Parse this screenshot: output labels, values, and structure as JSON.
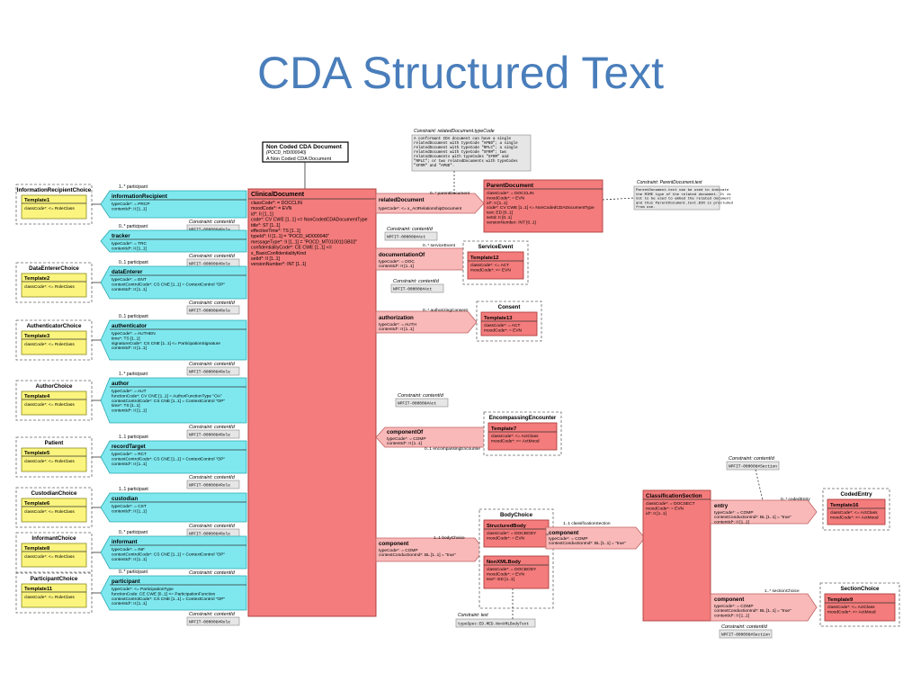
{
  "title": "CDA Structured Text",
  "colors": {
    "class_red": "#f47c7c",
    "class_red_dark": "#e06060",
    "assoc_cyan": "#7fe8ef",
    "choice_yellow": "#fbf47e",
    "note_grey": "#e6e6e6",
    "pink_shape": "#f9b9b9",
    "title_blue": "#4a7ebb"
  },
  "noncoded": {
    "name": "Non Coded CDA Document",
    "sub": "(POCD_HD000040)",
    "desc": "A Non Coded CDA Document"
  },
  "clinical": {
    "name": "ClinicalDocument",
    "lines": [
      "classCode*: = DOCCLIN",
      "moodCode*: = EVN",
      "id*: II [1..1]",
      "code*: CV CWE [1..1] <= NonCodedCDADocumentType",
      "title*: ST [1..1]",
      "effectiveTime*: TS [1..1]",
      "typeId*: II [1..1] = \"POCD_HD000040\"",
      "messageType*: II [1..1] = \"POCD_MT010011GB02\"",
      "confidentialityCode*: CE CWE [1..1] <=",
      "x_BasicConfidentialityKind",
      "setId*: II [1..1]",
      "versionNumber*: INT [1..1]"
    ]
  },
  "left": [
    {
      "choice": "InformationRecipientChoice",
      "tpl": "Template1",
      "tplattr": "classCode*: <= RoleClass",
      "mult": "1..* participant",
      "assoc": "informationRecipient",
      "attrs": [
        "typeCode*: = PRCP",
        "contentId*: II [1..1]"
      ],
      "cname": "Constraint: contentId",
      "cval": "NPFIT-000008#Role"
    },
    {
      "choice": "",
      "tpl": "",
      "tplattr": "",
      "mult": "0..* participant",
      "assoc": "tracker",
      "attrs": [
        "typeCode*: = TRC",
        "contentId*: II [1..1]"
      ],
      "cname": "Constraint: contentId",
      "cval": "NPFIT-000008#Role"
    },
    {
      "choice": "DataEntererChoice",
      "tpl": "Template2",
      "tplattr": "classCode*: <= RoleClass",
      "mult": "0..1 participant",
      "assoc": "dataEnterer",
      "attrs": [
        "typeCode*: = ENT",
        "contextControlCode*: CS CNE [1..1] = ContextControl \"OP\"",
        "contentId*: II [1..1]"
      ],
      "cname": "Constraint: contentId",
      "cval": "NPFIT-000008#Role"
    },
    {
      "choice": "AuthenticatorChoice",
      "tpl": "Template3",
      "tplattr": "classCode*: <= RoleClass",
      "mult": "0..1 participant",
      "assoc": "authenticator",
      "attrs": [
        "typeCode*: = AUTHEN",
        "time*: TS [1..1]",
        "signatureCode*: CS CNE [1..1] <= ParticipationSignature",
        "contentId*: II [1..1]"
      ],
      "cname": "Constraint: contentId",
      "cval": "NPFIT-000008#Role"
    },
    {
      "choice": "AuthorChoice",
      "tpl": "Template4",
      "tplattr": "classCode*: <= RoleClass",
      "mult": "1..* participant",
      "assoc": "author",
      "attrs": [
        "typeCode*: = AUT",
        "functionCode*: CV CNE [1..1] = AuthorFunctionType \"OA\"",
        "contextControlCode*: CS CNE [1..1] = ContextControl \"OP\"",
        "time*: TS [1..1]",
        "contentId*: II [1..1]"
      ],
      "cname": "Constraint: contentId",
      "cval": "NPFIT-000008#Role"
    },
    {
      "choice": "Patient",
      "tpl": "Template5",
      "tplattr": "classCode*: <= RoleClass",
      "mult": "1..1 participant",
      "assoc": "recordTarget",
      "attrs": [
        "typeCode*: = RCT",
        "contextControlCode*: CS CNE [1..1] = ContextControl \"OP\"",
        "contentId*: II [1..1]"
      ],
      "cname": "Constraint: contentId",
      "cval": "NPFIT-000008#Role"
    },
    {
      "choice": "CustodianChoice",
      "tpl": "Template6",
      "tplattr": "classCode*: <= RoleClass",
      "mult": "1..1 participant",
      "assoc": "custodian",
      "attrs": [
        "typeCode*: = CST",
        "contentId*: II [1..1]"
      ],
      "cname": "Constraint: contentId",
      "cval": "NPFIT-000008#Role"
    },
    {
      "choice": "InformantChoice",
      "tpl": "Template8",
      "tplattr": "classCode*: <= RoleClass",
      "mult": "0..* participant",
      "assoc": "informant",
      "attrs": [
        "typeCode*: = INF",
        "contextControlCode*: CS CNE [1..1] = ContextControl \"OP\"",
        "contentId*: II [1..1]"
      ],
      "cname": "Constraint: contentId",
      "cval": "NPFIT-000008#Role"
    },
    {
      "choice": "ParticipantChoice",
      "tpl": "Template11",
      "tplattr": "classCode*: <= RoleClass",
      "mult": "0..* participant",
      "assoc": "participant",
      "attrs": [
        "typeCode*: <= ParticipationType",
        "functionCode: CE CWE [0..1] <= ParticipationFunction",
        "contextControlCode*: CS CNE [1..1] = ContextControl \"OP\"",
        "contentId*: II [1..1]"
      ],
      "cname": "Constraint: contentId",
      "cval": "NPFIT-000008#Role"
    }
  ],
  "right": {
    "relatedDocument": {
      "label": "relatedDocument",
      "attr": "typeCode*: <= x_ActRelationshipDocument",
      "mult": "0..* parentDocument",
      "note_title": "Constraint: relatedDocument.typeCode",
      "note_lines": [
        "A conformant CDA document can have a single",
        "relatedDocument with typeCode \"APND\"; a single",
        "relatedDocument with typeCode \"RPLC\"; a single",
        "relatedDocument with typeCode \"XFRM\"; two",
        "relatedDocuments with typeCodes \"XFRM\" and",
        "\"RPLC\"; or two relatedDocuments with typeCodes",
        "\"XFRM\" and \"APND\"."
      ],
      "cls_name": "ParentDocument",
      "cls_lines": [
        "classCode*: = DOCCLIN",
        "moodCode*: = EVN",
        "id*: II [1..1]",
        "code*: CV CWE [1..1] <= NonCodedCDADocumentType",
        "text: ED [0..1]",
        "setId: II [0..1]",
        "versionNumber: INT [0..1]"
      ],
      "note2_title": "Constraint: ParentDocument.text",
      "note2_lines": [
        "ParentDocument.text can be used to indicate",
        "the MIME type of the related document. It is",
        "not to be used to embed the related document",
        "and thus ParentDocument.text.BIN is precluded",
        "from use."
      ]
    },
    "documentationOf": {
      "label": "documentationOf",
      "attrs": [
        "typeCode*: = DOC",
        "contentId*: II [1..1]"
      ],
      "mult": "0..* serviceEvent",
      "cname": "Constraint: contentId",
      "cval": "NPFIT-000008#Act",
      "choice": "ServiceEvent",
      "tpl": "Template12",
      "tpl_lines": [
        "classCode*: <= ACT",
        "moodCode*: <= EVN"
      ]
    },
    "authorization": {
      "label": "authorization",
      "attrs": [
        "typeCode*: = AUTH",
        "contentId*: II [1..1]"
      ],
      "mult": "0..* authorizingConsent",
      "cname": "Constraint: contentId",
      "cval": "NPFIT-000008#Act",
      "choice": "Consent",
      "tpl": "Template13",
      "tpl_lines": [
        "classCode*: = ACT",
        "moodCode*: = EVN"
      ]
    },
    "componentOf": {
      "label": "componentOf",
      "attrs": [
        "typeCode*: = COMP",
        "contentId*: II [1..1]"
      ],
      "mult": "0..1 encompassingEncounter",
      "cname": "Constraint: contentId",
      "cval": "NPFIT-000008#Act",
      "choice": "EncompassingEncounter",
      "tpl": "Template7",
      "tpl_lines": [
        "classCode*: <= ActClass",
        "moodCode*: <= ActMood"
      ]
    },
    "component": {
      "label": "component",
      "attrs": [
        "typeCode*: = COMP",
        "contextConductionInd*: BL [1..1] = \"true\""
      ],
      "mult": "1..1 bodyChoice"
    },
    "bodyChoice": {
      "name": "BodyChoice",
      "structured": {
        "name": "StructuredBody",
        "lines": [
          "classCode*: = DOCBODY",
          "moodCode*: = EVN"
        ]
      },
      "nonxml": {
        "name": "NonXMLBody",
        "lines": [
          "classCode*: = DOCBODY",
          "moodCode*: = EVN",
          "text*: ED [1..1]"
        ]
      },
      "note_title": "Constraint: text",
      "note_val": "typeSpec:ED.MED.NonXMLBodyText"
    },
    "component2": {
      "label": "component",
      "attrs": [
        "typeCode*: = COMP",
        "contextConductionInd*: BL [1..1] = \"true\""
      ],
      "mult": "1..1 classificationSection"
    },
    "classification": {
      "name": "ClassificationSection",
      "lines": [
        "classCode*: = DOCSECT",
        "moodCode*: = EVN",
        "id*: II [1..1]"
      ]
    },
    "entry": {
      "label": "entry",
      "attrs": [
        "typeCode*: = COMP",
        "contextConductionInd*: BL [1..1] = \"true\"",
        "contentId*: II [1..1]"
      ],
      "mult": "0..* codedEntry",
      "cname": "Constraint: contentId",
      "cval": "NPFIT-000008#Section",
      "choice": "CodedEntry",
      "tpl": "Template16",
      "tpl_lines": [
        "classCode*: <= ActClass",
        "moodCode*: <= ActMood"
      ]
    },
    "component3": {
      "label": "component",
      "attrs": [
        "typeCode*: = COMP",
        "contextConductionInd*: BL [1..1] = \"true\"",
        "contentId*: II [1..1]"
      ],
      "mult": "1..* sectionChoice",
      "cname": "Constraint: contentId",
      "cval": "NPFIT-000008#Section",
      "choice": "SectionChoice",
      "tpl": "Template9",
      "tpl_lines": [
        "classCode*: <= ActClass",
        "moodCode*: <= ActMood"
      ]
    }
  }
}
